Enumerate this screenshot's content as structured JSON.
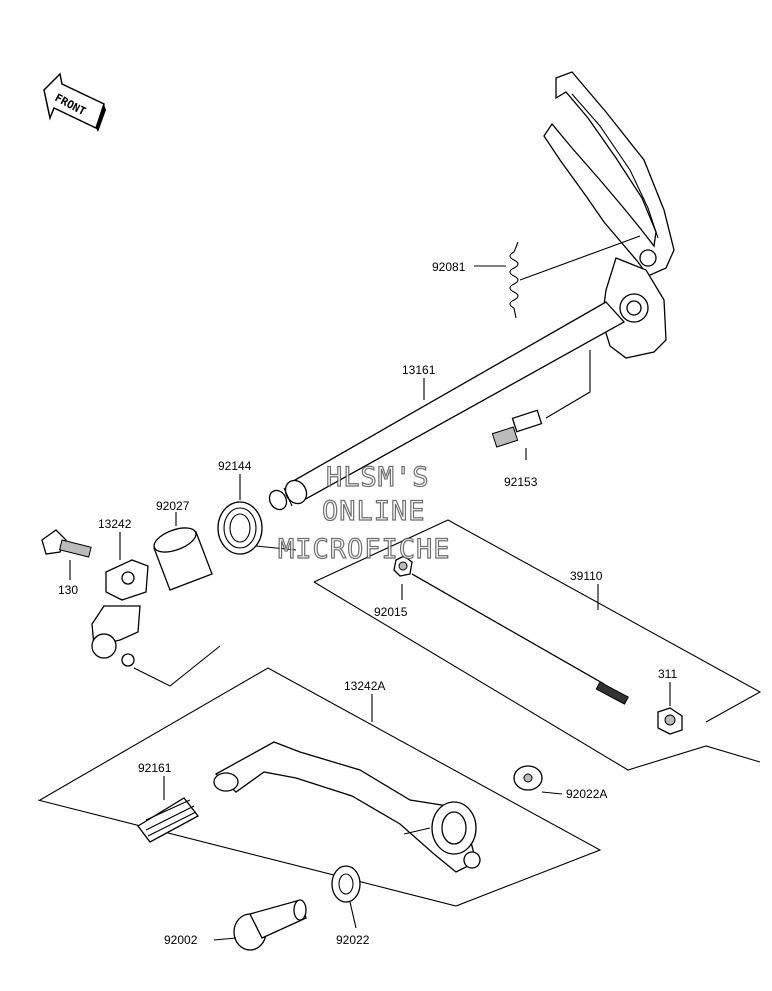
{
  "front_badge": "FRONT",
  "watermark": [
    "HLSM'S",
    "ONLINE",
    "MICROFICHE"
  ],
  "parts": [
    {
      "id": "p92081",
      "label": "92081"
    },
    {
      "id": "p13161",
      "label": "13161"
    },
    {
      "id": "p92153",
      "label": "92153"
    },
    {
      "id": "p92144",
      "label": "92144"
    },
    {
      "id": "p92027",
      "label": "92027"
    },
    {
      "id": "p13242",
      "label": "13242"
    },
    {
      "id": "p130",
      "label": "130"
    },
    {
      "id": "p39110",
      "label": "39110"
    },
    {
      "id": "p92015",
      "label": "92015"
    },
    {
      "id": "p311",
      "label": "311"
    },
    {
      "id": "p13242A",
      "label": "13242A"
    },
    {
      "id": "p92161",
      "label": "92161"
    },
    {
      "id": "p92022A",
      "label": "92022A"
    },
    {
      "id": "p92002",
      "label": "92002"
    },
    {
      "id": "p92022",
      "label": "92022"
    }
  ]
}
